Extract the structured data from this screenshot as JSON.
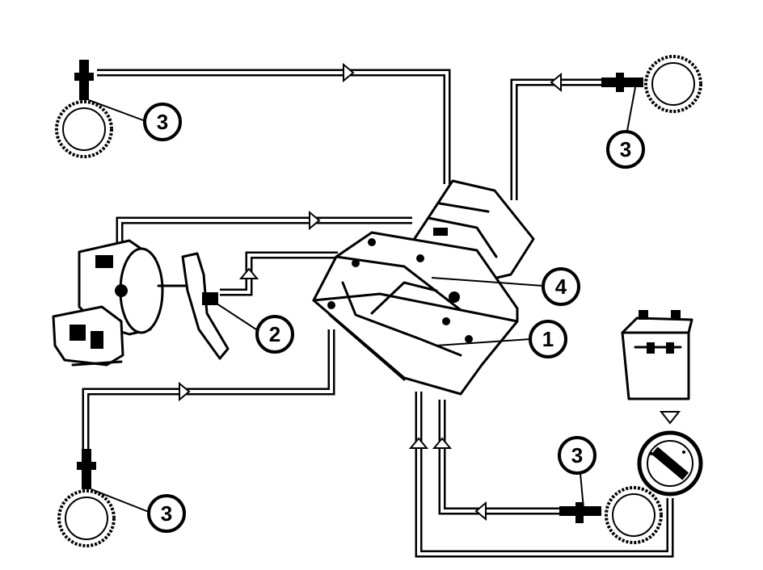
{
  "callouts": {
    "c1": "1",
    "c2": "2",
    "c3_top_left": "3",
    "c3_top_right": "3",
    "c3_bottom_left": "3",
    "c3_bottom_right": "3",
    "c4": "4"
  },
  "components": {
    "abs_module": "abs-hydraulic-modulator",
    "brake_switch": "brake-pedal-switch",
    "wheel_sensor": "wheel-speed-sensor",
    "battery": "battery-icon",
    "ignition": "ignition-switch-icon"
  }
}
